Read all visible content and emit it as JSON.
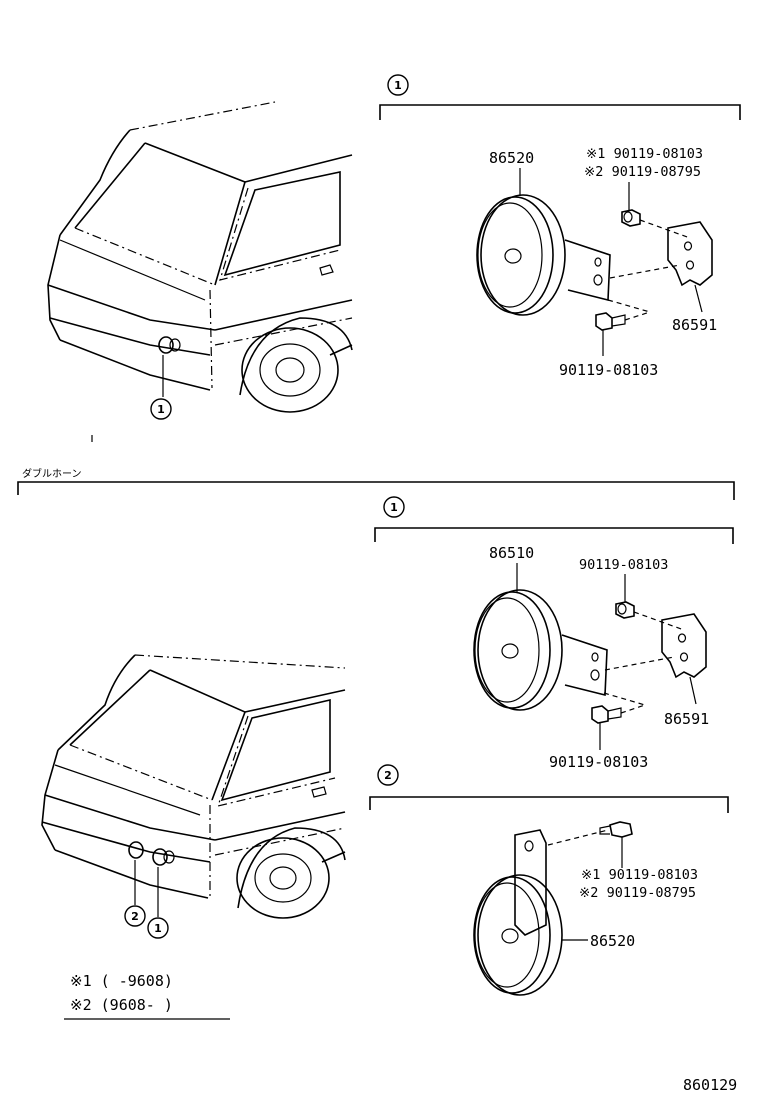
{
  "section_header": "ダブルホーン",
  "callouts": {
    "one": "1",
    "two": "2"
  },
  "top_panel": {
    "horn": "86520",
    "bolt_a_line1": "※1 90119-08103",
    "bolt_a_line2": "※2 90119-08795",
    "bracket": "86591",
    "bolt_b": "90119-08103"
  },
  "lower_panel_1": {
    "horn": "86510",
    "bolt_a": "90119-08103",
    "bracket": "86591",
    "bolt_b": "90119-08103"
  },
  "lower_panel_2": {
    "bolt_line1": "※1 90119-08103",
    "bolt_line2": "※2 90119-08795",
    "horn": "86520"
  },
  "legend": {
    "line1": "※1 (     -9608)",
    "line2": "※2 (9608-      )"
  },
  "figure_code": "860129"
}
